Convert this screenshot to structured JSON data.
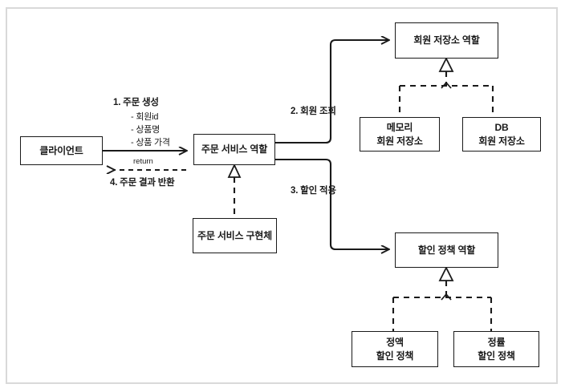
{
  "diagram": {
    "kind": "uml-role-diagram",
    "background_color": "#ffffff",
    "frame_border_color": "#d9d9d9",
    "stroke_color": "#1a1a1a",
    "nodes": {
      "client": {
        "label": "클라이언트"
      },
      "order_service_role": {
        "label": "주문 서비스 역할"
      },
      "order_service_impl": {
        "label": "주문 서비스 구현체"
      },
      "member_repository_role": {
        "label": "회원 저장소 역할"
      },
      "memory_member_repository": {
        "line1": "메모리",
        "line2": "회원 저장소"
      },
      "db_member_repository": {
        "line1": "DB",
        "line2": "회원 저장소"
      },
      "discount_policy_role": {
        "label": "할인 정책 역할"
      },
      "fix_discount_policy": {
        "line1": "정액",
        "line2": "할인 정책"
      },
      "rate_discount_policy": {
        "line1": "정률",
        "line2": "할인 정책"
      }
    },
    "edges": {
      "create_order": {
        "title": "1. 주문 생성",
        "params": [
          "- 회원id",
          "- 상품명",
          "- 상품 가격"
        ]
      },
      "return_order": {
        "stereotype": "return",
        "title": "4. 주문 결과 반환"
      },
      "find_member": {
        "title": "2. 회원 조회"
      },
      "apply_discount": {
        "title": "3. 할인 적용"
      }
    }
  }
}
